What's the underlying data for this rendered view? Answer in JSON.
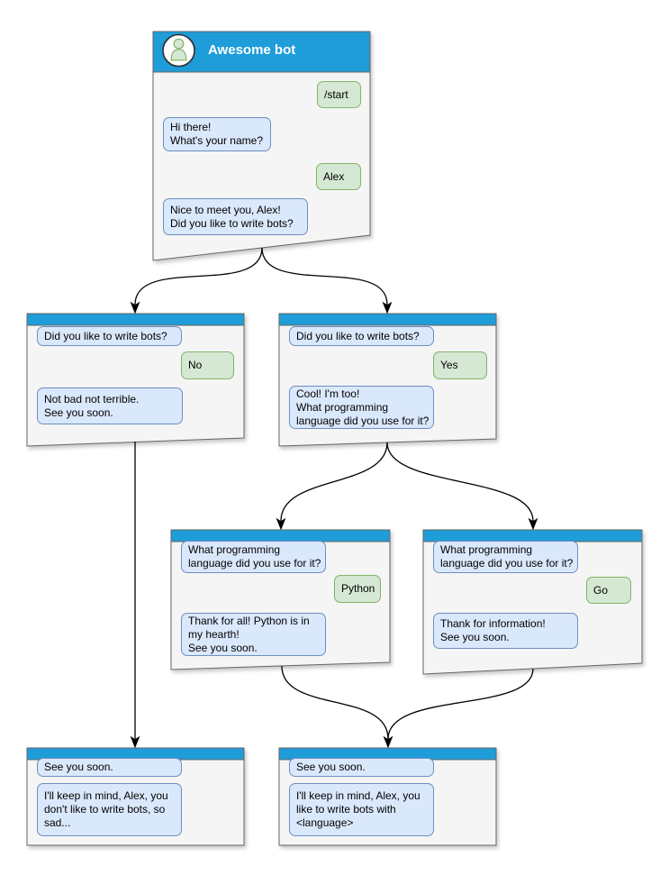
{
  "colors": {
    "header_blue": "#1E9DD8",
    "window_fill": "#F5F5F5",
    "window_border": "#666666",
    "bot_bubble_fill": "#DAE8FC",
    "bot_bubble_border": "#6C8EBF",
    "user_bubble_fill": "#D5E8D4",
    "user_bubble_border": "#82B366",
    "edge_color": "#000000",
    "avatar_icon_fill": "#D5E8D4",
    "avatar_icon_stroke": "#82B366"
  },
  "icons": {
    "avatar": "person-icon"
  },
  "nodes": {
    "root": {
      "title": "Awesome bot",
      "messages": [
        {
          "from": "user",
          "text": "/start"
        },
        {
          "from": "bot",
          "text": "Hi there!\nWhat's your name?"
        },
        {
          "from": "user",
          "text": "Alex"
        },
        {
          "from": "bot",
          "text": "Nice to meet you, Alex!\nDid you like to write bots?"
        }
      ]
    },
    "branch_no": {
      "messages": [
        {
          "from": "bot",
          "text": "Did you like to write bots?"
        },
        {
          "from": "user",
          "text": "No"
        },
        {
          "from": "bot",
          "text": "Not bad not terrible.\nSee you soon."
        }
      ]
    },
    "branch_yes": {
      "messages": [
        {
          "from": "bot",
          "text": "Did you like to write bots?"
        },
        {
          "from": "user",
          "text": "Yes"
        },
        {
          "from": "bot",
          "text": "Cool! I'm too!\nWhat programming\nlanguage did you use for it?"
        }
      ]
    },
    "branch_python": {
      "messages": [
        {
          "from": "bot",
          "text": "What programming\nlanguage did you use for it?"
        },
        {
          "from": "user",
          "text": "Python"
        },
        {
          "from": "bot",
          "text": "Thank for all! Python is in\nmy hearth!\nSee you soon."
        }
      ]
    },
    "branch_go": {
      "messages": [
        {
          "from": "bot",
          "text": "What programming\nlanguage did you use for it?"
        },
        {
          "from": "user",
          "text": "Go"
        },
        {
          "from": "bot",
          "text": "Thank for information!\nSee you soon."
        }
      ]
    },
    "end_no": {
      "messages": [
        {
          "from": "bot",
          "text": "See you soon."
        },
        {
          "from": "bot",
          "text": "I'll keep in mind, Alex, you\ndon't like to write bots, so\nsad..."
        }
      ]
    },
    "end_yes": {
      "messages": [
        {
          "from": "bot",
          "text": "See you soon."
        },
        {
          "from": "bot",
          "text": "I'll keep in mind, Alex, you\nlike to write bots with\n<language>"
        }
      ]
    }
  },
  "edges": [
    {
      "from": "root",
      "to": "branch_no"
    },
    {
      "from": "root",
      "to": "branch_yes"
    },
    {
      "from": "branch_no",
      "to": "end_no"
    },
    {
      "from": "branch_yes",
      "to": "branch_python"
    },
    {
      "from": "branch_yes",
      "to": "branch_go"
    },
    {
      "from": "branch_python",
      "to": "end_yes"
    },
    {
      "from": "branch_go",
      "to": "end_yes"
    }
  ]
}
